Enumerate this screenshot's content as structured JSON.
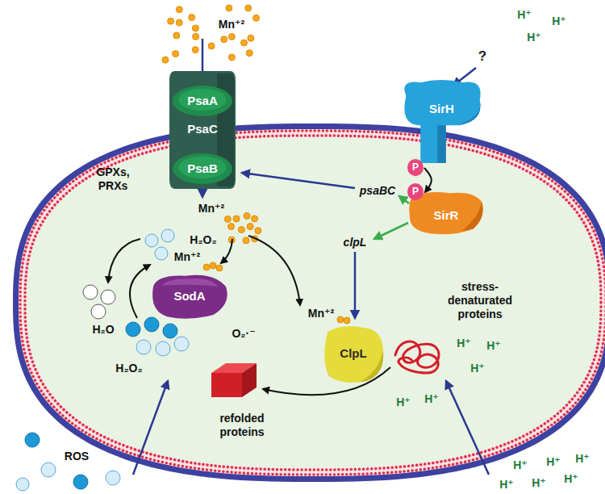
{
  "diagram": {
    "nodes": [
      {
        "text": [
          "PsaC"
        ]
      },
      {
        "text": [
          "PsaA"
        ],
        "in": 0
      },
      {
        "text": [
          "PsaB"
        ],
        "in": 0
      },
      {
        "text": [
          "SirH"
        ]
      },
      {
        "text": [
          "P"
        ]
      },
      {
        "text": [
          "P"
        ]
      },
      {
        "text": [
          "SirR"
        ]
      },
      {
        "text": [
          "SodA"
        ]
      },
      {
        "text": [
          "ClpL"
        ]
      }
    ],
    "edges": [
      {
        "from": 4,
        "to": 5,
        "arrow": "to"
      }
    ],
    "labels": [
      "Mn⁺²",
      "H⁺",
      "H⁺",
      "H⁺",
      "?",
      "psaBC",
      "clpL",
      "Mn⁺²",
      "GPXs, PRXs",
      "H₂O₂",
      "Mn⁺²",
      "H₂O",
      "O₂·⁻",
      "H₂O₂",
      "stress-denaturated proteins",
      "Mn⁺²",
      "H⁺",
      "H⁺",
      "H⁺",
      "H⁺",
      "H⁺",
      "refolded proteins",
      "ROS",
      "H⁺",
      "H⁺",
      "H⁺",
      "H⁺",
      "H⁺",
      "H⁺"
    ]
  }
}
